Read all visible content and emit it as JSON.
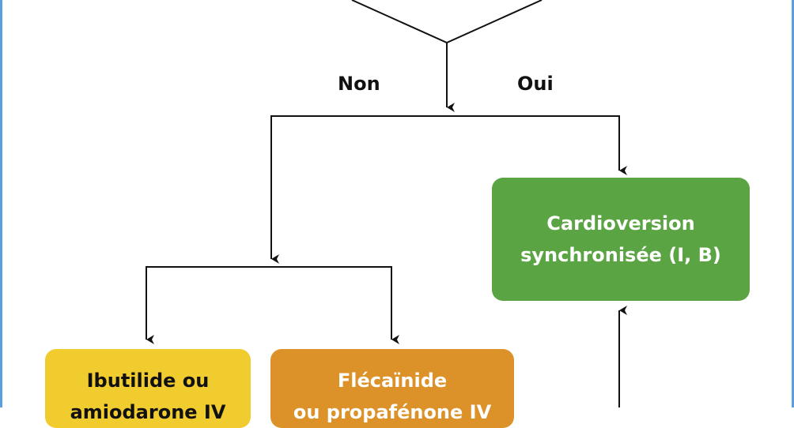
{
  "branches": {
    "no": "Non",
    "yes": "Oui"
  },
  "nodes": {
    "cardioversion": {
      "line1": "Cardioversion",
      "line2": "synchronisée (I, B)"
    },
    "ibutilide": {
      "line1": "Ibutilide ou",
      "line2": "amiodarone IV"
    },
    "flecainide": {
      "line1": "Flécaïnide",
      "line2": "ou propafénone IV"
    }
  },
  "colors": {
    "cardioversion": "#5ba443",
    "ibutilide": "#f1cc2e",
    "flecainide": "#dc9229",
    "lines": "#111111",
    "frame": "#5aa0de"
  }
}
